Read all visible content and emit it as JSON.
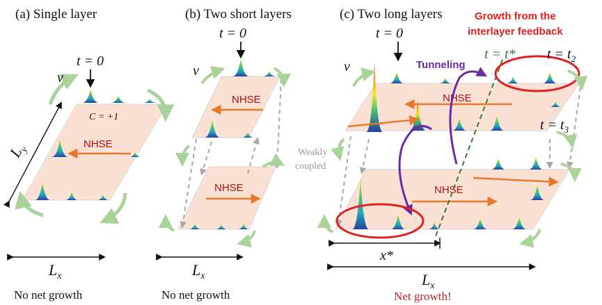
{
  "panels": [
    {
      "id": "a",
      "title": "(a) Single layer",
      "bottom": "No net growth"
    },
    {
      "id": "b",
      "title": "(b) Two short layers",
      "bottom": "No net growth"
    },
    {
      "id": "c",
      "title": "(c) Two long layers",
      "bottom": "Net growth!"
    }
  ],
  "labels": {
    "t0": "t = 0",
    "v": "v",
    "nhse": "NHSE",
    "chern": "C = +1",
    "ly": "L",
    "ly_sub": "y",
    "lx": "L",
    "lx_sub": "x",
    "weak_line1": "Weakly",
    "weak_line2": "coupled",
    "growth_line1": "Growth from the",
    "growth_line2": "interlayer feedback",
    "tunneling": "Tunneling",
    "tstar": "t = t*",
    "t2": "t = t",
    "t2_sub": "2",
    "t3": "t = t",
    "t3_sub": "3",
    "xstar": "x*"
  },
  "colors": {
    "layer_fill": "#fbe1d4",
    "layer_edge": "#c8c8c8",
    "nhse_arrow": "#e8772a",
    "edge_arrow": "#a9d39a",
    "tunneling": "#6a2aa8",
    "circle": "#e02020",
    "tstar_line": "#2f7a2f",
    "dashed": "#a8a8a8"
  },
  "icons": {
    "wavepacket": "gaussian-peak-icon",
    "arrow": "arrow-icon"
  }
}
